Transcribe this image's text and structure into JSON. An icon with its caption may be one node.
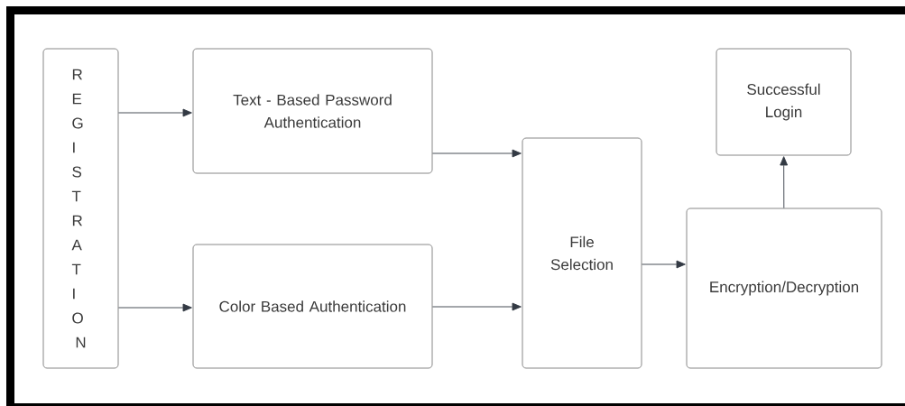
{
  "diagram": {
    "nodes": [
      {
        "text": [
          "REGISTRATION"
        ]
      },
      {
        "text": [
          "Text - Based Password Authentication"
        ]
      },
      {
        "text": [
          "Color Based Authentication"
        ]
      },
      {
        "text": [
          "File Selection"
        ]
      },
      {
        "text": [
          "Encryption/Decryption"
        ]
      },
      {
        "text": [
          "Successful Login"
        ]
      }
    ],
    "edges": [
      {
        "from": 0,
        "to": 1,
        "arrow": "to"
      },
      {
        "from": 0,
        "to": 2,
        "arrow": "to"
      },
      {
        "from": 1,
        "to": 3,
        "arrow": "to"
      },
      {
        "from": 2,
        "to": 3,
        "arrow": "to"
      },
      {
        "from": 3,
        "to": 4,
        "arrow": "to"
      },
      {
        "from": 4,
        "to": 5,
        "arrow": "to"
      }
    ]
  }
}
